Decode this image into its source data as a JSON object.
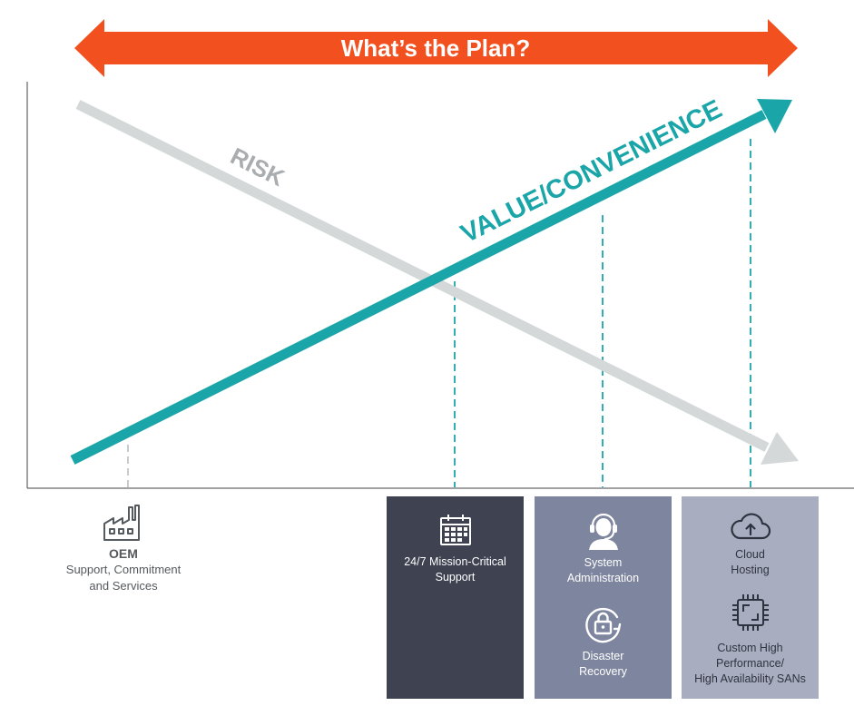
{
  "banner": {
    "title": "What’s the Plan?",
    "color": "#f2501f"
  },
  "lines": {
    "risk": {
      "label": "RISK",
      "color": "#d5d8d9"
    },
    "value": {
      "label": "VALUE/CONVENIENCE",
      "color": "#1aa6a8"
    }
  },
  "oem": {
    "icon": "factory-icon",
    "title": "OEM",
    "subtitle_line1": "Support, Commitment",
    "subtitle_line2": "and Services"
  },
  "panels": {
    "support": {
      "icon": "calendar-icon",
      "label_line1": "24/7 Mission-Critical",
      "label_line2": "Support",
      "color": "#3e4251"
    },
    "admin": {
      "color": "#7e859e",
      "system": {
        "icon": "headset-user-icon",
        "label_line1": "System",
        "label_line2": "Administration"
      },
      "recovery": {
        "icon": "lock-refresh-icon",
        "label_line1": "Disaster",
        "label_line2": "Recovery"
      }
    },
    "cloud": {
      "color": "#a9adc0",
      "hosting": {
        "icon": "cloud-upload-icon",
        "label_line1": "Cloud",
        "label_line2": "Hosting"
      },
      "san": {
        "icon": "chip-icon",
        "label_line1": "Custom High",
        "label_line2": "Performance/",
        "label_line3": "High Availability SANs"
      }
    }
  }
}
